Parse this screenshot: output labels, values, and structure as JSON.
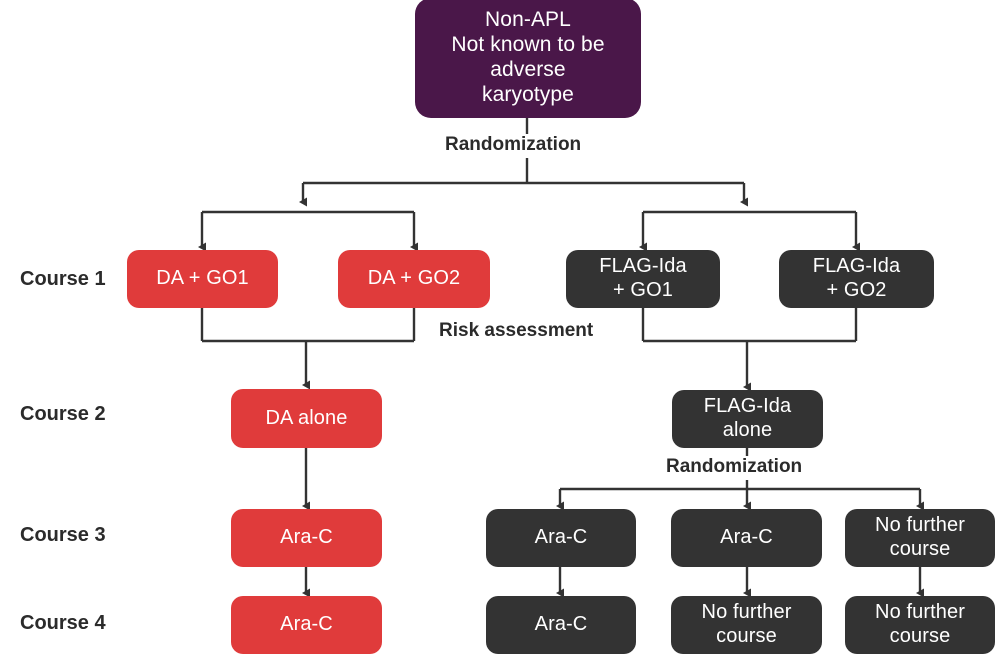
{
  "figure": {
    "type": "flowchart",
    "title": "AML trial treatment randomization flowchart",
    "colors": {
      "root_node": "#4A1749",
      "da_arm": "#E03B3B",
      "flag_ida_arm": "#333333",
      "connector": "#333333",
      "background": "#ffffff",
      "text_on_node": "#ffffff",
      "label_text": "#2b2b2b"
    }
  },
  "row_labels": [
    {
      "id": "course-1",
      "text": "Course 1"
    },
    {
      "id": "course-2",
      "text": "Course 2"
    },
    {
      "id": "course-3",
      "text": "Course 3"
    },
    {
      "id": "course-4",
      "text": "Course 4"
    }
  ],
  "edge_labels": [
    {
      "id": "randomization-top",
      "text": "Randomization"
    },
    {
      "id": "risk-assessment",
      "text": "Risk assessment"
    },
    {
      "id": "randomization-mid",
      "text": "Randomization"
    }
  ],
  "nodes": {
    "root": {
      "text": "Non-APL\nNot known to be\nadverse\nkaryotype",
      "style": "purple"
    },
    "c1_da_go1": {
      "text": "DA + GO1",
      "style": "red"
    },
    "c1_da_go2": {
      "text": "DA + GO2",
      "style": "red"
    },
    "c1_flag_go1": {
      "text": "FLAG-Ida\n+ GO1",
      "style": "dark"
    },
    "c1_flag_go2": {
      "text": "FLAG-Ida\n+ GO2",
      "style": "dark"
    },
    "c2_da_alone": {
      "text": "DA alone",
      "style": "red"
    },
    "c2_flag_alone": {
      "text": "FLAG-Ida\nalone",
      "style": "dark"
    },
    "c3_arac_left": {
      "text": "Ara-C",
      "style": "red"
    },
    "c3_arac_a": {
      "text": "Ara-C",
      "style": "dark"
    },
    "c3_arac_b": {
      "text": "Ara-C",
      "style": "dark"
    },
    "c3_no_further": {
      "text": "No further\ncourse",
      "style": "dark"
    },
    "c4_arac_left": {
      "text": "Ara-C",
      "style": "red"
    },
    "c4_arac_a": {
      "text": "Ara-C",
      "style": "dark"
    },
    "c4_no_further_b": {
      "text": "No further\ncourse",
      "style": "dark"
    },
    "c4_no_further_c": {
      "text": "No further\ncourse",
      "style": "dark"
    }
  }
}
